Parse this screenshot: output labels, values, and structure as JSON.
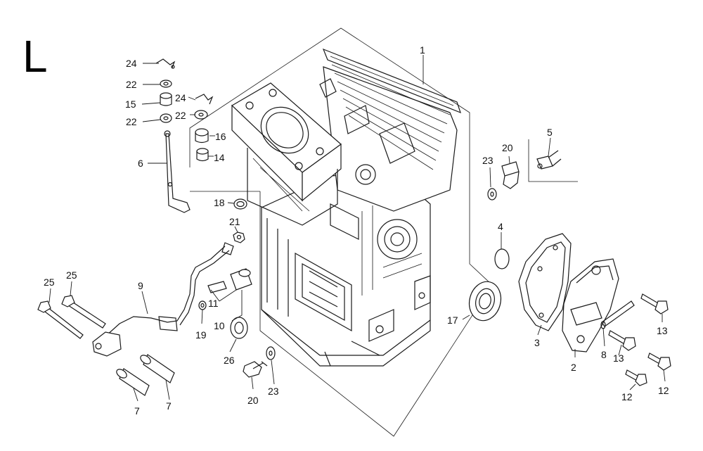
{
  "diagram": {
    "section_letter": "L",
    "callouts": [
      {
        "id": "c1",
        "text": "1"
      },
      {
        "id": "c2",
        "text": "2"
      },
      {
        "id": "c3",
        "text": "3"
      },
      {
        "id": "c4",
        "text": "4"
      },
      {
        "id": "c5",
        "text": "5"
      },
      {
        "id": "c6",
        "text": "6"
      },
      {
        "id": "c7a",
        "text": "7"
      },
      {
        "id": "c7b",
        "text": "7"
      },
      {
        "id": "c8",
        "text": "8"
      },
      {
        "id": "c9",
        "text": "9"
      },
      {
        "id": "c10",
        "text": "10"
      },
      {
        "id": "c11",
        "text": "11"
      },
      {
        "id": "c12a",
        "text": "12"
      },
      {
        "id": "c12b",
        "text": "12"
      },
      {
        "id": "c13a",
        "text": "13"
      },
      {
        "id": "c13b",
        "text": "13"
      },
      {
        "id": "c14",
        "text": "14"
      },
      {
        "id": "c15",
        "text": "15"
      },
      {
        "id": "c16",
        "text": "16"
      },
      {
        "id": "c17",
        "text": "17"
      },
      {
        "id": "c18",
        "text": "18"
      },
      {
        "id": "c19",
        "text": "19"
      },
      {
        "id": "c20a",
        "text": "20"
      },
      {
        "id": "c20b",
        "text": "20"
      },
      {
        "id": "c21",
        "text": "21"
      },
      {
        "id": "c22a",
        "text": "22"
      },
      {
        "id": "c22b",
        "text": "22"
      },
      {
        "id": "c22c",
        "text": "22"
      },
      {
        "id": "c23a",
        "text": "23"
      },
      {
        "id": "c23b",
        "text": "23"
      },
      {
        "id": "c24a",
        "text": "24"
      },
      {
        "id": "c24b",
        "text": "24"
      },
      {
        "id": "c25a",
        "text": "25"
      },
      {
        "id": "c25b",
        "text": "25"
      },
      {
        "id": "c26",
        "text": "26"
      }
    ]
  }
}
